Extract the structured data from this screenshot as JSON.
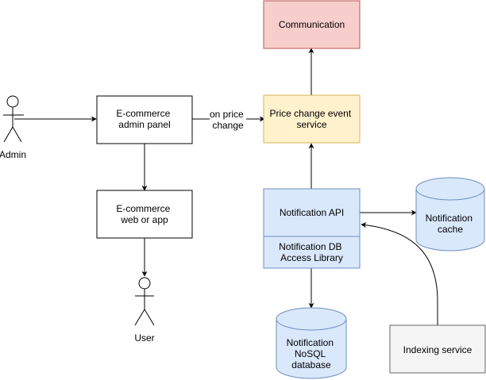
{
  "nodes": {
    "communication": {
      "label": [
        "Communication"
      ],
      "fill": "#f8cecc",
      "stroke": "#b85450"
    },
    "admin_panel": {
      "label": [
        "E-commerce",
        "admin panel"
      ],
      "fill": "#ffffff",
      "stroke": "#000000"
    },
    "price_service": {
      "label": [
        "Price change event",
        "service"
      ],
      "fill": "#fff2cc",
      "stroke": "#d6b656"
    },
    "web_app": {
      "label": [
        "E-commerce",
        "web or app"
      ],
      "fill": "#ffffff",
      "stroke": "#000000"
    },
    "notification_api": {
      "label": [
        "Notification API"
      ],
      "fill": "#dae8fc",
      "stroke": "#6c8ebf"
    },
    "notification_db_lib": {
      "label": [
        "Notification DB",
        "Access Library"
      ],
      "fill": "#dae8fc",
      "stroke": "#6c8ebf"
    },
    "notification_cache": {
      "label": [
        "Notification",
        "cache"
      ],
      "fill": "#dae8fc",
      "stroke": "#6c8ebf"
    },
    "notification_db": {
      "label": [
        "Notification",
        "NoSQL",
        "database"
      ],
      "fill": "#dae8fc",
      "stroke": "#6c8ebf"
    },
    "indexing_service": {
      "label": [
        "Indexing service"
      ],
      "fill": "#f5f5f5",
      "stroke": "#666666"
    }
  },
  "actors": {
    "admin": {
      "label": "Admin"
    },
    "user": {
      "label": "User"
    }
  },
  "edges": {
    "admin_to_panel": {
      "label": []
    },
    "panel_to_price": {
      "label": [
        "on price",
        "change"
      ]
    },
    "panel_to_webapp": {
      "label": []
    },
    "webapp_to_user": {
      "label": []
    },
    "price_to_communication": {
      "label": []
    },
    "api_to_price": {
      "label": []
    },
    "api_to_cache": {
      "label": []
    },
    "lib_to_db": {
      "label": []
    },
    "indexing_to_api": {
      "label": []
    }
  }
}
